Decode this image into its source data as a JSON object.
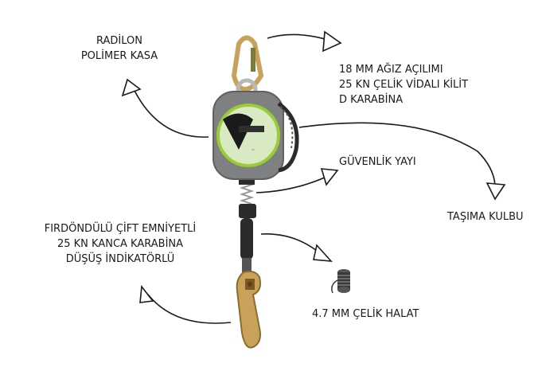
{
  "labels": {
    "housing": [
      "RADİLON",
      "POLİMER KASA"
    ],
    "carabiner": [
      "18 MM AĞIZ AÇILIMI",
      "25 KN ÇELİK VİDALI KİLİT",
      "D KARABİNA"
    ],
    "spring": "GÜVENLİK YAYI",
    "handle": "TAŞIMA KULBU",
    "hook": [
      "FIRDÖNDÜLÜ ÇİFT EMNİYETLİ",
      "25 KN KANCA KARABİNA",
      "DÜŞÜŞ İNDİKATÖRLÜ"
    ],
    "cable": "4.7 MM ÇELİK HALAT"
  },
  "colors": {
    "housing": "#7f8082",
    "accent_green": "#9acd32",
    "metal_gold": "#c8a25a",
    "cable_dark": "#2b2b2b",
    "arrow": "#1a1a1a"
  },
  "icons": [
    "retractable-fall-arrester-icon",
    "steel-cable-spool-icon"
  ]
}
